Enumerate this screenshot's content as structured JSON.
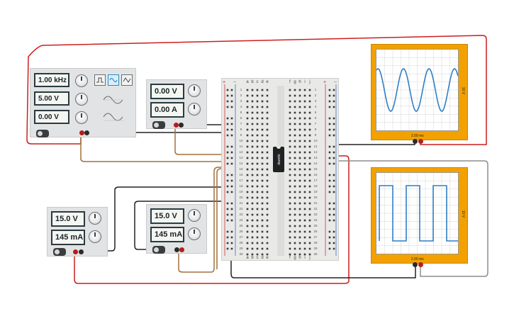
{
  "function_generator": {
    "frequency": "1.00 kHz",
    "amplitude": "5.00 V",
    "dc_offset": "0.00 V",
    "waveforms": [
      "square-wave-icon",
      "sine-wave-icon",
      "triangle-wave-icon"
    ],
    "selected_waveform": "sine-wave-icon"
  },
  "power_supply_top": {
    "voltage": "0.00 V",
    "current": "0.00 A"
  },
  "power_supply_bottom_left": {
    "voltage": "15.0 V",
    "current": "145 mA"
  },
  "power_supply_bottom_right": {
    "voltage": "15.0 V",
    "current": "145 mA"
  },
  "breadboard": {
    "columns_left": [
      "a",
      "b",
      "c",
      "d",
      "e"
    ],
    "columns_right": [
      "f",
      "g",
      "h",
      "i",
      "j"
    ],
    "row_numbers": [
      "1",
      "2",
      "3",
      "4",
      "5",
      "6",
      "7",
      "8",
      "9",
      "10",
      "11",
      "12",
      "13",
      "14",
      "15",
      "16",
      "17",
      "18",
      "19",
      "20",
      "21",
      "22",
      "23",
      "24",
      "25",
      "26",
      "27",
      "28",
      "29",
      "30"
    ]
  },
  "ic_chip": {
    "label": "opamp"
  },
  "oscilloscope_top": {
    "time_label": "2.00 ms",
    "volt_label": "10 V",
    "trace": "sine"
  },
  "oscilloscope_bottom": {
    "time_label": "2.00 ms",
    "volt_label": "10 V",
    "trace": "square"
  },
  "colors": {
    "wire_red": "#cc1f1f",
    "wire_black": "#222222",
    "wire_brown": "#a0703b",
    "wire_gray": "#8e8e8e",
    "scope_body": "#f2a100",
    "trace": "#2f7fc7"
  }
}
